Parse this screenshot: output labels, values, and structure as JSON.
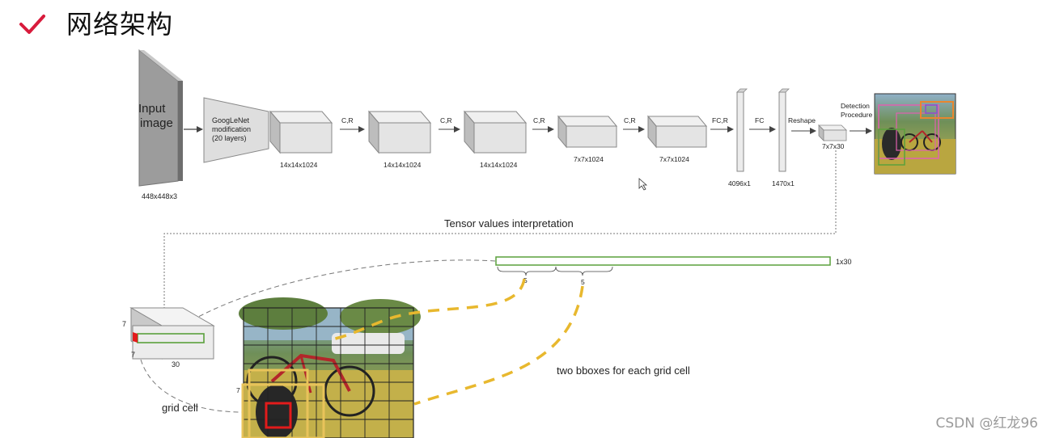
{
  "header": {
    "title": "网络架构",
    "icon": "check-icon",
    "accent": "#d81b3c"
  },
  "network": {
    "input": {
      "label_line1": "Input",
      "label_line2": "image",
      "size": "448x448x3"
    },
    "googlenet": {
      "line1": "GoogLeNet",
      "line2": "modification",
      "line3": "(20 layers)"
    },
    "blocks": [
      {
        "size": "14x14x1024"
      },
      {
        "size": "14x14x1024"
      },
      {
        "size": "14x14x1024"
      },
      {
        "size": "7x7x1024"
      },
      {
        "size": "7x7x1024"
      }
    ],
    "ops": [
      "C,R",
      "C,R",
      "C,R",
      "C,R",
      "FC,R",
      "FC",
      "Reshape"
    ],
    "fc_layers": [
      {
        "size": "4096x1"
      },
      {
        "size": "1470x1"
      }
    ],
    "output": {
      "size": "7x7x30"
    },
    "detection": {
      "line1": "Detection",
      "line2": "Procedure"
    }
  },
  "interpretation": {
    "title": "Tensor values interpretation",
    "vector_label": "1x30",
    "box_count_1": "5",
    "box_count_2": "5",
    "cube_height": "7",
    "cube_width": "7",
    "cube_depth": "30",
    "grid_label": "7",
    "grid_cell_label": "grid cell",
    "bbox_label": "two bboxes for each grid cell"
  },
  "colors": {
    "accent_red": "#e21b1b",
    "grid_green": "#5aa03c",
    "bbox_yellow": "#e8b82e",
    "box_pink": "#e060b0"
  },
  "watermark": "CSDN @红龙96"
}
